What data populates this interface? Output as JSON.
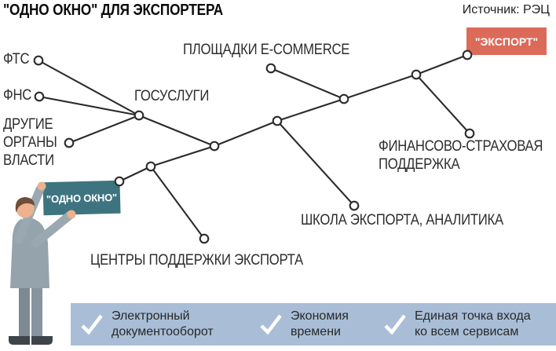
{
  "title": "\"ОДНО ОКНО\" ДЛЯ ЭКСПОРТЕРА",
  "source": "Источник: РЭЦ",
  "colors": {
    "line": "#2b2b2b",
    "export_box": "#dc6a59",
    "window_box": "#3e7480",
    "band": "#a9bed6",
    "text": "#2d2d2d"
  },
  "nodes": {
    "fts": "ФТС",
    "fns": "ФНС",
    "other_authorities": "ДРУГИЕ ОРГАНЫ ВЛАСТИ",
    "gosuslugi": "ГОСУСЛУГИ",
    "ecommerce": "ПЛОЩАДКИ E-COMMERCE",
    "export": "\"ЭКСПОРТ\"",
    "finance": "ФИНАНСОВО-СТРАХОВАЯ ПОДДЕРЖКА",
    "school": "ШКОЛА ЭКСПОРТА, АНАЛИТИКА",
    "centers": "ЦЕНТРЫ ПОДДЕРЖКИ ЭКСПОРТА",
    "one_window": "\"ОДНО ОКНО\""
  },
  "benefits": [
    {
      "label": "Электронный документооборот"
    },
    {
      "label": "Экономия времени"
    },
    {
      "label": "Единая точка входа ко всем сервисам"
    }
  ]
}
